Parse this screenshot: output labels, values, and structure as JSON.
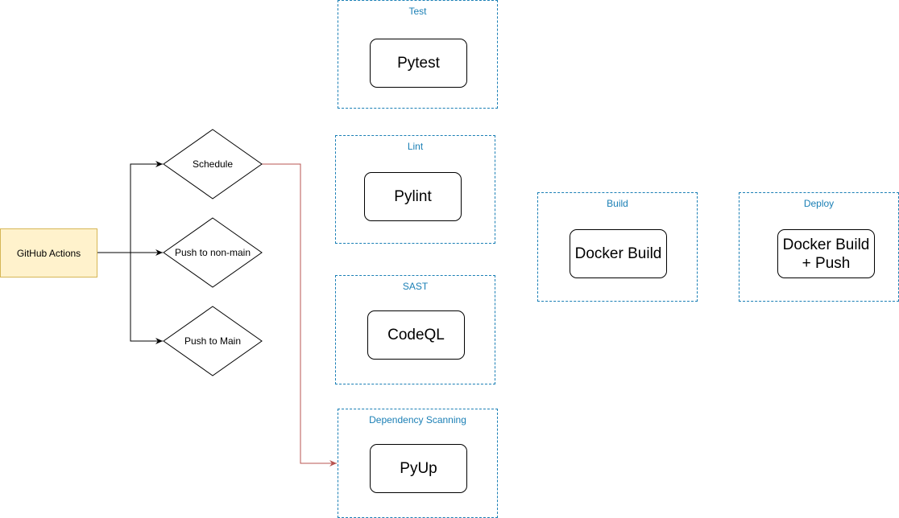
{
  "trigger": {
    "label": "GitHub Actions"
  },
  "conditions": [
    {
      "label": "Schedule"
    },
    {
      "label": "Push to non-main"
    },
    {
      "label": "Push to Main"
    }
  ],
  "groups": {
    "test": {
      "title": "Test",
      "node": "Pytest"
    },
    "lint": {
      "title": "Lint",
      "node": "Pylint"
    },
    "sast": {
      "title": "SAST",
      "node": "CodeQL"
    },
    "deps": {
      "title": "Dependency Scanning",
      "node": "PyUp"
    },
    "build": {
      "title": "Build",
      "node": "Docker Build"
    },
    "deploy": {
      "title": "Deploy",
      "node_line1": "Docker Build",
      "node_line2": "+ Push"
    }
  },
  "colors": {
    "group_border": "#1a7fb5",
    "trigger_fill": "#fff2cc",
    "trigger_border": "#d6b656",
    "schedule_edge": "#b85450"
  }
}
